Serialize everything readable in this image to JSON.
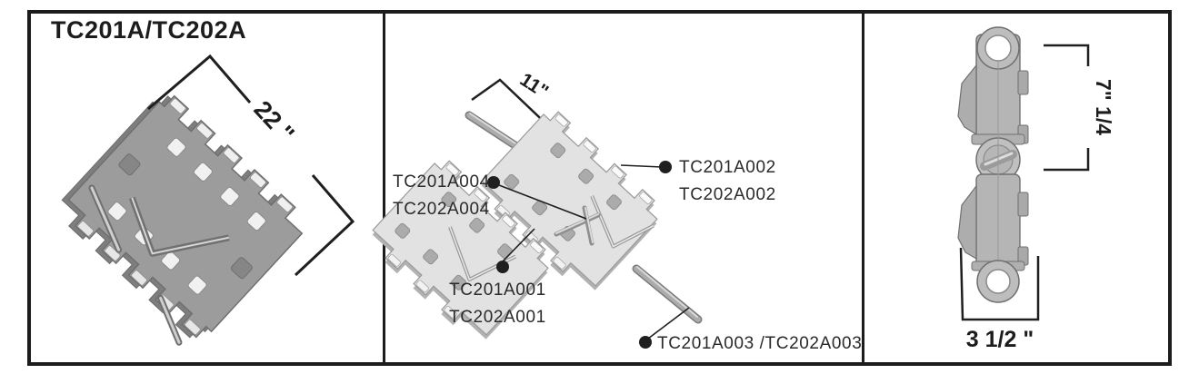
{
  "title": "TC201A/TC202A",
  "dimensions": {
    "overview_width": "22 \"",
    "pin_length": "11\"",
    "side_height": "7\" 1/4",
    "side_width": "3 1/2 \""
  },
  "parts": {
    "p004": {
      "line1": "TC201A004",
      "line2": "TC202A004"
    },
    "p002": {
      "line1": "TC201A002",
      "line2": "TC202A002"
    },
    "p001": {
      "line1": "TC201A001",
      "line2": "TC202A001"
    },
    "p003": {
      "label": "TC201A003 /TC202A003"
    }
  },
  "colors": {
    "ink": "#1c1c1c",
    "label_text": "#2a2a2a",
    "metal_dark": "#9c9c9c",
    "metal_light": "#e2e2e2",
    "metal_side_view": "#b5b5b5",
    "highlight": "#f1f1f1"
  }
}
